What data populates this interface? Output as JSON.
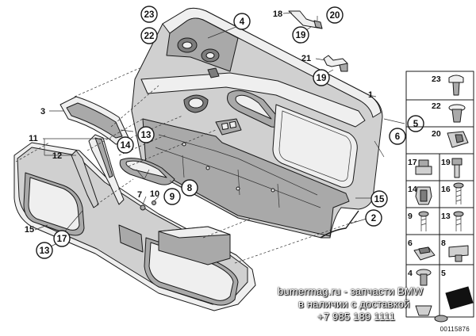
{
  "callouts": [
    {
      "id": "c23",
      "label": "23"
    },
    {
      "id": "c22",
      "label": "22"
    },
    {
      "id": "c4",
      "label": "4"
    },
    {
      "id": "c18",
      "label": "18"
    },
    {
      "id": "c20",
      "label": "20"
    },
    {
      "id": "c19a",
      "label": "19"
    },
    {
      "id": "c21",
      "label": "21"
    },
    {
      "id": "c19b",
      "label": "19"
    },
    {
      "id": "c1",
      "label": "1"
    },
    {
      "id": "c3",
      "label": "3"
    },
    {
      "id": "c5",
      "label": "5"
    },
    {
      "id": "c6",
      "label": "6"
    },
    {
      "id": "c13a",
      "label": "13"
    },
    {
      "id": "c11",
      "label": "11"
    },
    {
      "id": "c14",
      "label": "14"
    },
    {
      "id": "c12",
      "label": "12"
    },
    {
      "id": "c7",
      "label": "7"
    },
    {
      "id": "c10",
      "label": "10"
    },
    {
      "id": "c9",
      "label": "9"
    },
    {
      "id": "c8",
      "label": "8"
    },
    {
      "id": "c15a",
      "label": "15"
    },
    {
      "id": "c2",
      "label": "2"
    },
    {
      "id": "c15b",
      "label": "15"
    },
    {
      "id": "c17",
      "label": "17"
    },
    {
      "id": "c13b",
      "label": "13"
    }
  ],
  "parts_grid": [
    {
      "id": "g23",
      "label": "23"
    },
    {
      "id": "g22",
      "label": "22"
    },
    {
      "id": "g20",
      "label": "20"
    },
    {
      "id": "g17",
      "label": "17"
    },
    {
      "id": "g19",
      "label": "19"
    },
    {
      "id": "g14",
      "label": "14"
    },
    {
      "id": "g16",
      "label": "16"
    },
    {
      "id": "g9",
      "label": "9"
    },
    {
      "id": "g13",
      "label": "13"
    },
    {
      "id": "g6",
      "label": "6"
    },
    {
      "id": "g8",
      "label": "8"
    },
    {
      "id": "g4",
      "label": "4"
    },
    {
      "id": "g5",
      "label": "5"
    }
  ],
  "watermark": {
    "line1": "bumermag.ru  -  запчасти  BMW",
    "line2": "в  наличии  с  доставкой",
    "line3": "+7 985 189 1111"
  },
  "diagram_number": "00115876"
}
